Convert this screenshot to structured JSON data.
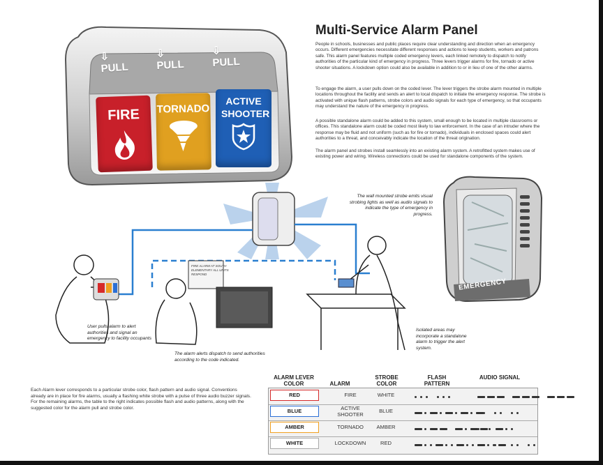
{
  "title": "Multi-Service Alarm Panel",
  "paragraphs": [
    "People in schools, businesses and public places require clear understanding and direction when an emergency occurs. Different emergencies necessitate different responses and actions to keep students, workers and patrons safe. This alarm panel features multiple coded emergency levers, each linked remotely to dispatch to notify authorities of the particular kind of emergency in progress. Three levers trigger alarms for fire, tornado or active shooter situations. A lockdown option could also be available in addition to or in lieu of one of the other alarms.",
    "To engage the alarm, a user pulls down on the coded lever. The lever triggers the strobe alarm mounted in multiple locations throughout the facility and sends an alert to local dispatch to initiate the emergency response. The strobe is activated with unique flash patterns, strobe colors and audio signals for each type of emergency, so that occupants may understand the nature of the emergency in progress.",
    "A possible standalone alarm could be added to this system, small enough to be located in multiple classrooms or offices. This standalone alarm could be coded most likely to law enforcement. In the case of an intruder where the response may be fluid and not uniform (such as for fire or tornado), individuals in enclosed spaces could alert authorities to a threat, and conceivably indicate the location of the threat origination.",
    "The alarm panel and strobes install seamlessly into an existing alarm system. A retrofitted system makes use of existing power and wiring. Wireless connections could be used for standalone components of the system."
  ],
  "panel": {
    "pull_labels": [
      "PULL",
      "PULL",
      "PULL"
    ],
    "levers": [
      {
        "label": "FIRE",
        "color": "#c8202a",
        "icon": "flame-icon"
      },
      {
        "label": "TORNADO",
        "color": "#e0a020",
        "icon": "tornado-icon"
      },
      {
        "label": "ACTIVE SHOOTER",
        "color": "#1f5fb5",
        "icon": "police-badge-icon"
      }
    ]
  },
  "strobe_label": "EMERGENCY",
  "captions": {
    "strobe": "The wall mounted strobe emits visual strobing lights as well as audio signals to indicate the type of emergency in progress.",
    "user": "User pulls alarm to alert authorities and signal an emergency to facility occupants",
    "dispatch": "The alarm alerts dispatch to send authorities according to the code indicated.",
    "isolated": "Isolated areas may incorporate a standalone alarm to trigger the alert system.",
    "monitor_note": "FIRE ALARM AT SOUTH ELEMENTARY ALL UNITS RESPOND"
  },
  "lower_text": "Each Alarm lever corresponds to a particular strobe color, flash pattern and audio signal. Conventions already are in place for fire alarms, usually a flashing white strobe with a pulse of three audio buzzer signals. For the remaining alarms, the table to the right indicates possible flash and audio patterns, along with the suggested color for the alarm pull and strobe color.",
  "table": {
    "headers": [
      "ALARM LEVER COLOR",
      "ALARM",
      "STROBE COLOR",
      "FLASH PATTERN",
      "AUDIO SIGNAL"
    ],
    "rows": [
      {
        "lever": "RED",
        "lever_color": "#d62a2a",
        "alarm": "FIRE",
        "strobe": "WHITE",
        "flash": "... ...",
        "audio": "--- --- ---"
      },
      {
        "lever": "BLUE",
        "lever_color": "#2a6fd6",
        "alarm": "ACTIVE SHOOTER",
        "strobe": "BLUE",
        "flash": "-.-.-.-.-",
        "audio": ".. .. .."
      },
      {
        "lever": "AMBER",
        "lever_color": "#f0a020",
        "alarm": "TORNADO",
        "strobe": "AMBER",
        "flash": "-.-- -.-- -",
        "audio": "... ..."
      },
      {
        "lever": "WHITE",
        "lever_color": "#aaaaaa",
        "alarm": "LOCKDOWN",
        "strobe": "RED",
        "flash": "-..-..-..-..-",
        "audio": ".. .. .. .."
      }
    ]
  }
}
